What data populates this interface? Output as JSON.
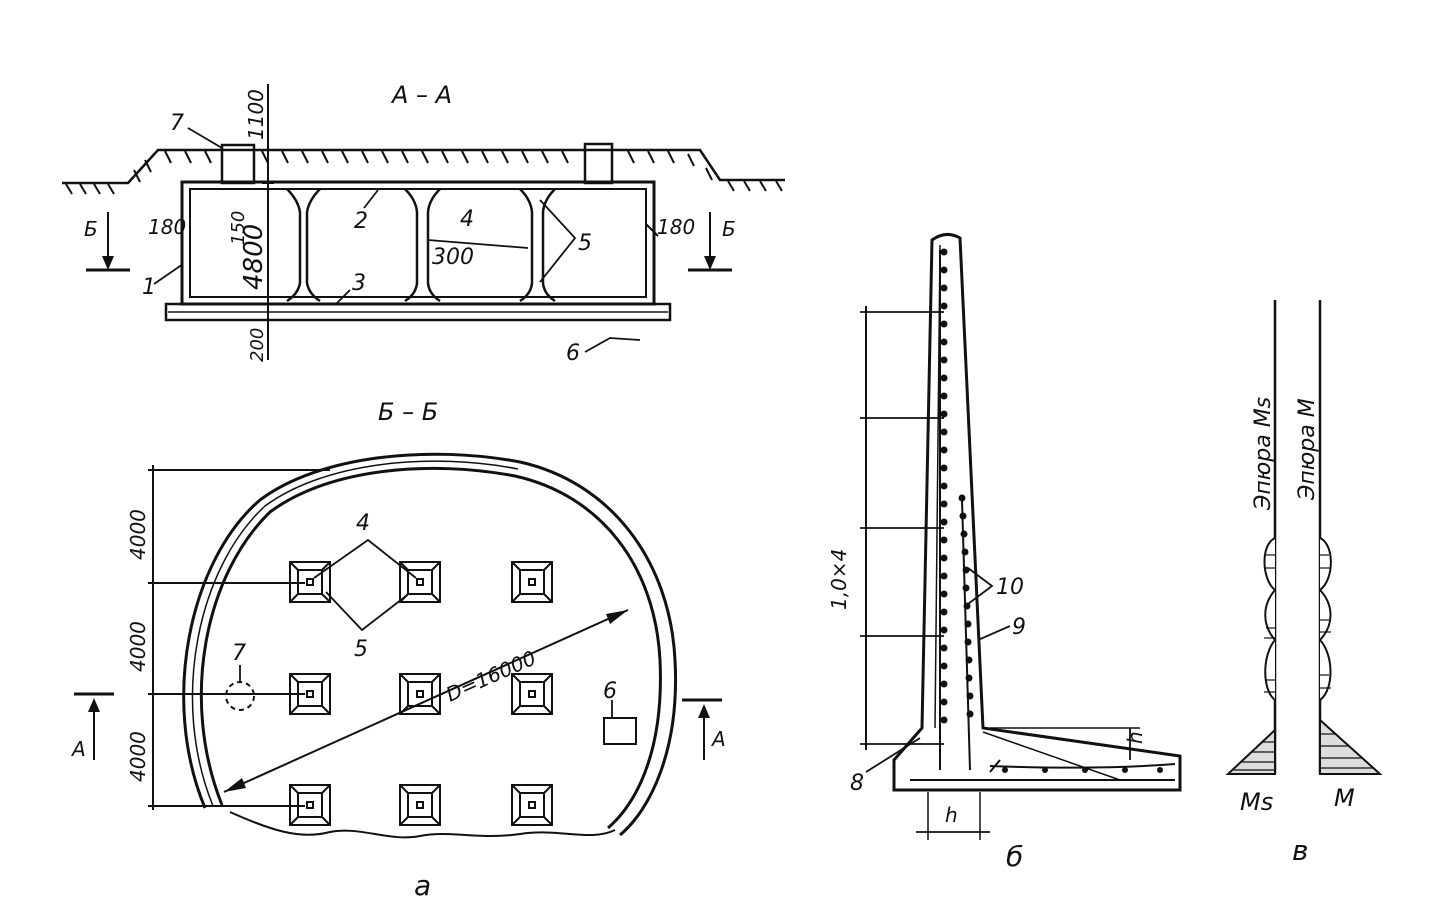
{
  "section_aa": {
    "title": "А – А",
    "dim_top": "1100",
    "dim_height": "4800",
    "dim_slab": "150",
    "dim_wall_left": "180",
    "dim_wall_right": "180",
    "dim_column": "300",
    "dim_bottom": "200",
    "section_mark_left": "Б",
    "section_mark_right": "Б",
    "callouts": {
      "c1": "1",
      "c2": "2",
      "c3": "3",
      "c4": "4",
      "c5": "5",
      "c6": "6",
      "c7": "7"
    }
  },
  "plan_bb": {
    "title": "Б – Б",
    "dims": [
      "4000",
      "4000",
      "4000"
    ],
    "diameter": "D=16000",
    "section_mark_left": "А",
    "section_mark_right": "А",
    "callouts": {
      "c4": "4",
      "c5": "5",
      "c6": "6",
      "c7": "7"
    },
    "panel_label": "а"
  },
  "wall_panel": {
    "dim_pitch": "1,0×4",
    "dim_h_vertical": "h",
    "dim_h_horizontal": "h",
    "callouts": {
      "c8": "8",
      "c9": "9",
      "c10": "10"
    },
    "panel_label": "б"
  },
  "moment_diagrams": {
    "label_ms": "Эпюра Ms",
    "label_m": "Эпюра M",
    "axis_ms": "Ms",
    "axis_m": "M",
    "panel_label": "в"
  }
}
